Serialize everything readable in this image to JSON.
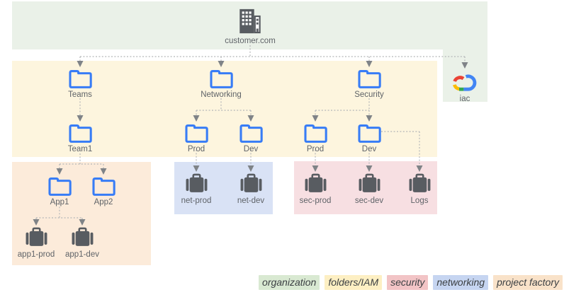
{
  "organization": {
    "name": "customer.com"
  },
  "folders": {
    "teams": "Teams",
    "networking": "Networking",
    "security": "Security",
    "team1": "Team1",
    "networking_prod": "Prod",
    "networking_dev": "Dev",
    "security_prod": "Prod",
    "security_dev": "Dev",
    "app1": "App1",
    "app2": "App2"
  },
  "projects": {
    "app1_prod": "app1-prod",
    "app1_dev": "app1-dev",
    "net_prod": "net-prod",
    "net_dev": "net-dev",
    "sec_prod": "sec-prod",
    "sec_dev": "sec-dev",
    "logs": "Logs"
  },
  "iac": {
    "label": "iac"
  },
  "legend": {
    "items": [
      {
        "label": "organization",
        "color": "#d9e9d2"
      },
      {
        "label": "folders/IAM",
        "color": "#fdefc3"
      },
      {
        "label": "security",
        "color": "#f2c4c6"
      },
      {
        "label": "networking",
        "color": "#c6d5f1"
      },
      {
        "label": "project factory",
        "color": "#f9e2c9"
      }
    ]
  },
  "colors": {
    "organization_zone": "#eaf1e8",
    "folders_iam_zone": "#fdf5de",
    "project_factory_zone": "#fcebda",
    "networking_zone": "#d9e2f5",
    "security_zone": "#f7dfe2",
    "folder_icon": "#377cf6",
    "project_icon": "#585c61",
    "gcp_blue": "#4285F4",
    "gcp_red": "#EA4335",
    "gcp_yellow": "#FBBC04",
    "gcp_green": "#34A853",
    "label_text": "#5f6368",
    "connector_line": "#b4b6b8",
    "arrowhead": "#7f8387"
  }
}
